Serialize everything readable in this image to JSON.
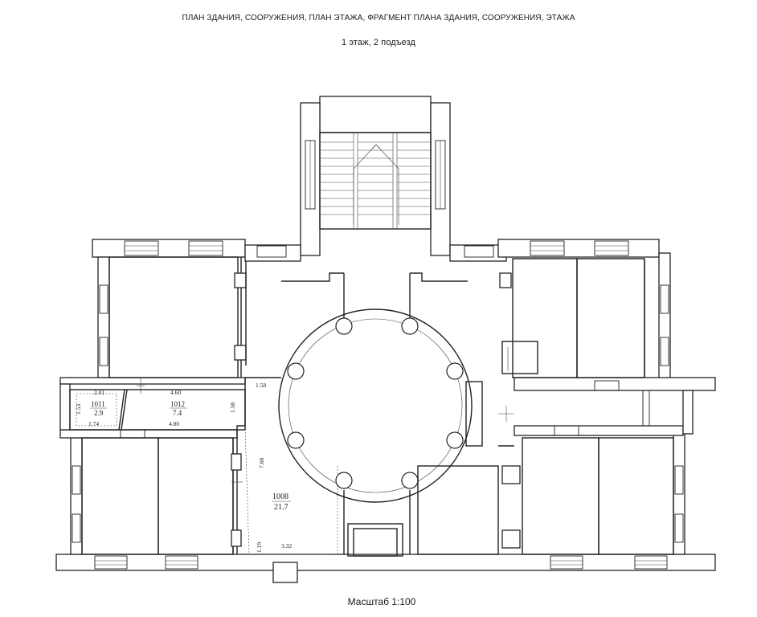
{
  "header": {
    "title": "ПЛАН ЗДАНИЯ, СООРУЖЕНИЯ, ПЛАН ЭТАЖА, ФРАГМЕНТ ПЛАНА ЗДАНИЯ, СООРУЖЕНИЯ, ЭТАЖА",
    "subtitle": "1 этаж, 2 подъезд"
  },
  "footer": {
    "scale": "Масштаб 1:100"
  },
  "rooms": [
    {
      "number": "1011",
      "area": "2.9"
    },
    {
      "number": "1012",
      "area": "7.4"
    },
    {
      "number": "1008",
      "area": "21.7"
    }
  ],
  "dimensions": {
    "d_2_01": "2.01",
    "d_4_60": "4.60",
    "d_1_53": "1.53",
    "d_1_74": "1.74",
    "d_4_80": "4.80",
    "d_1_58_a": "1.58",
    "d_1_58_b": "1.58",
    "d_7_68": "7.68",
    "d_1_19": "1.19",
    "d_3_32": "3.32"
  }
}
